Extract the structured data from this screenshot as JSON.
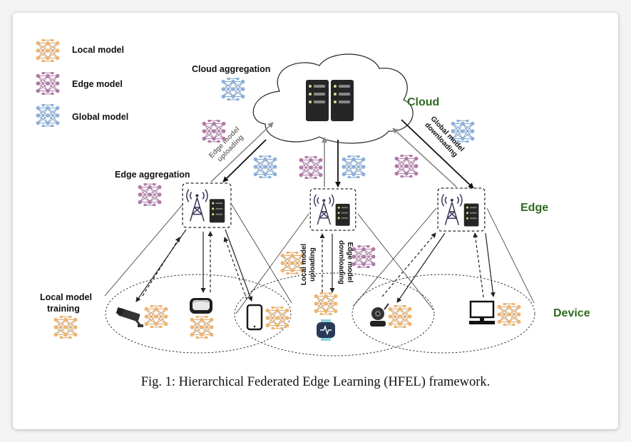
{
  "legend": {
    "local": "Local model",
    "edge": "Edge model",
    "global": "Global model"
  },
  "labels": {
    "cloud_aggregation": "Cloud aggregation",
    "edge_aggregation": "Edge aggregation",
    "local_training_1": "Local model",
    "local_training_2": "training",
    "edge_upload_1": "Edge model",
    "edge_upload_2": "uploading",
    "global_download_1": "Global model",
    "global_download_2": "downloading",
    "local_upload_1": "Local model",
    "local_upload_2": "uploading",
    "edge_download_1": "Edge model",
    "edge_download_2": "downloading"
  },
  "tiers": {
    "cloud": "Cloud",
    "edge": "Edge",
    "device": "Device"
  },
  "caption": "Fig. 1: Hierarchical Federated Edge Learning (HFEL) framework.",
  "colors": {
    "local": "#f0b46e",
    "edge": "#b07aa8",
    "global": "#8cb0dc",
    "tier_label": "#2e6b1f"
  }
}
